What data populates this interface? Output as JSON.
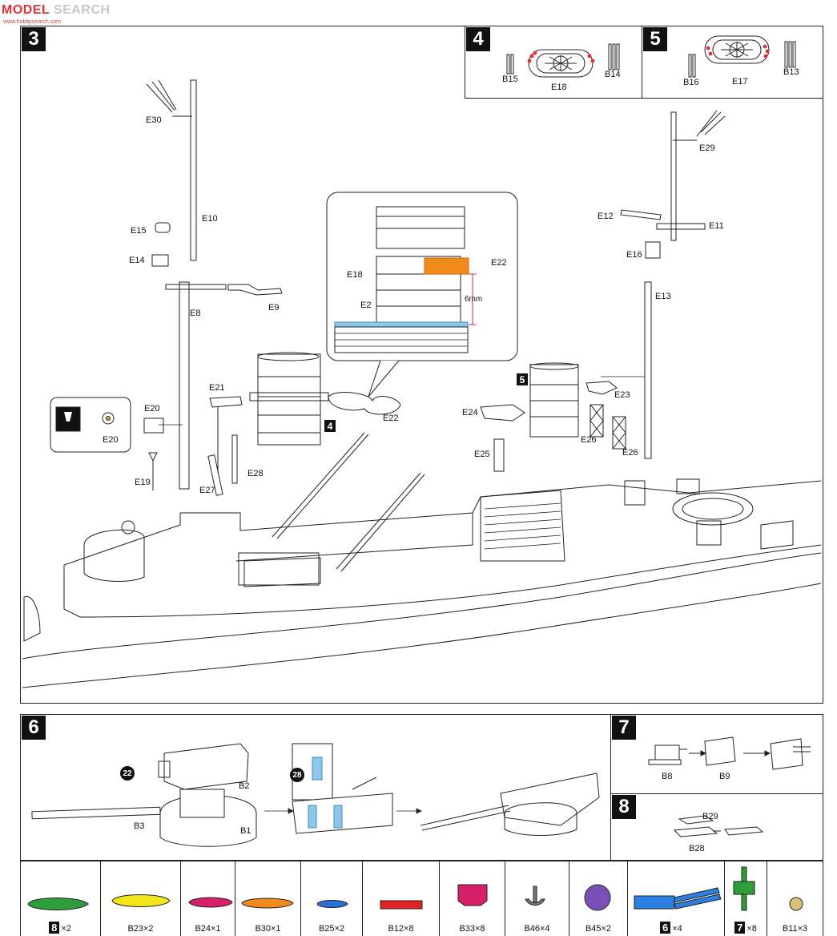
{
  "watermark": {
    "brand_a": "MODEL",
    "brand_b": "SEARCH",
    "sub": "www.hobbysearch.com"
  },
  "steps": {
    "s3": {
      "num": "3"
    },
    "s4": {
      "num": "4",
      "labels": [
        "B15",
        "E18",
        "B14"
      ]
    },
    "s5": {
      "num": "5",
      "labels": [
        "B16",
        "E17",
        "B13"
      ]
    },
    "s6": {
      "num": "6",
      "labels": [
        "B2",
        "B3",
        "B1"
      ],
      "badge_a": "22",
      "badge_b": "28"
    },
    "s7": {
      "num": "7",
      "labels": [
        "B8",
        "B9"
      ]
    },
    "s8": {
      "num": "8",
      "labels": [
        "B29",
        "B28"
      ]
    }
  },
  "main_labels": {
    "e30": "E30",
    "e10": "E10",
    "e15": "E15",
    "e14": "E14",
    "e8": "E8",
    "e9": "E9",
    "e20a": "E20",
    "e20b": "E20",
    "e19": "E19",
    "e21": "E21",
    "e27": "E27",
    "e28": "E28",
    "e22b": "E22",
    "step4ref": "4",
    "step5ref": "5",
    "e24": "E24",
    "e25": "E25",
    "e23": "E23",
    "e26a": "E26",
    "e26b": "E26",
    "e29": "E29",
    "e12": "E12",
    "e11": "E11",
    "e16": "E16",
    "e13": "E13"
  },
  "inset": {
    "e22": "E22",
    "e18": "E18",
    "e2": "E2",
    "dim": "6mm"
  },
  "parts_bar": [
    {
      "code": "8",
      "qty": "×2",
      "boxed": true,
      "color": "#2e9d3a"
    },
    {
      "code": "B23×2",
      "boxed": false,
      "color": "#f2e51b"
    },
    {
      "code": "B24×1",
      "boxed": false,
      "color": "#d81f6a"
    },
    {
      "code": "B30×1",
      "boxed": false,
      "color": "#f08a1c"
    },
    {
      "code": "B25×2",
      "boxed": false,
      "color": "#2a6fd6"
    },
    {
      "code": "B12×8",
      "boxed": false,
      "color": "#e02222"
    },
    {
      "code": "B33×8",
      "boxed": false,
      "color": "#d81f6a"
    },
    {
      "code": "B46×4",
      "boxed": false,
      "color": "#777777"
    },
    {
      "code": "B45×2",
      "boxed": false,
      "color": "#7b4fb8"
    },
    {
      "code": "6",
      "qty": "×4",
      "boxed": true,
      "color": "#2a7fe0"
    },
    {
      "code": "7",
      "qty": "×8",
      "boxed": true,
      "color": "#2e9d3a"
    },
    {
      "code": "B11×3",
      "boxed": false,
      "color": "#d8c27a"
    }
  ]
}
